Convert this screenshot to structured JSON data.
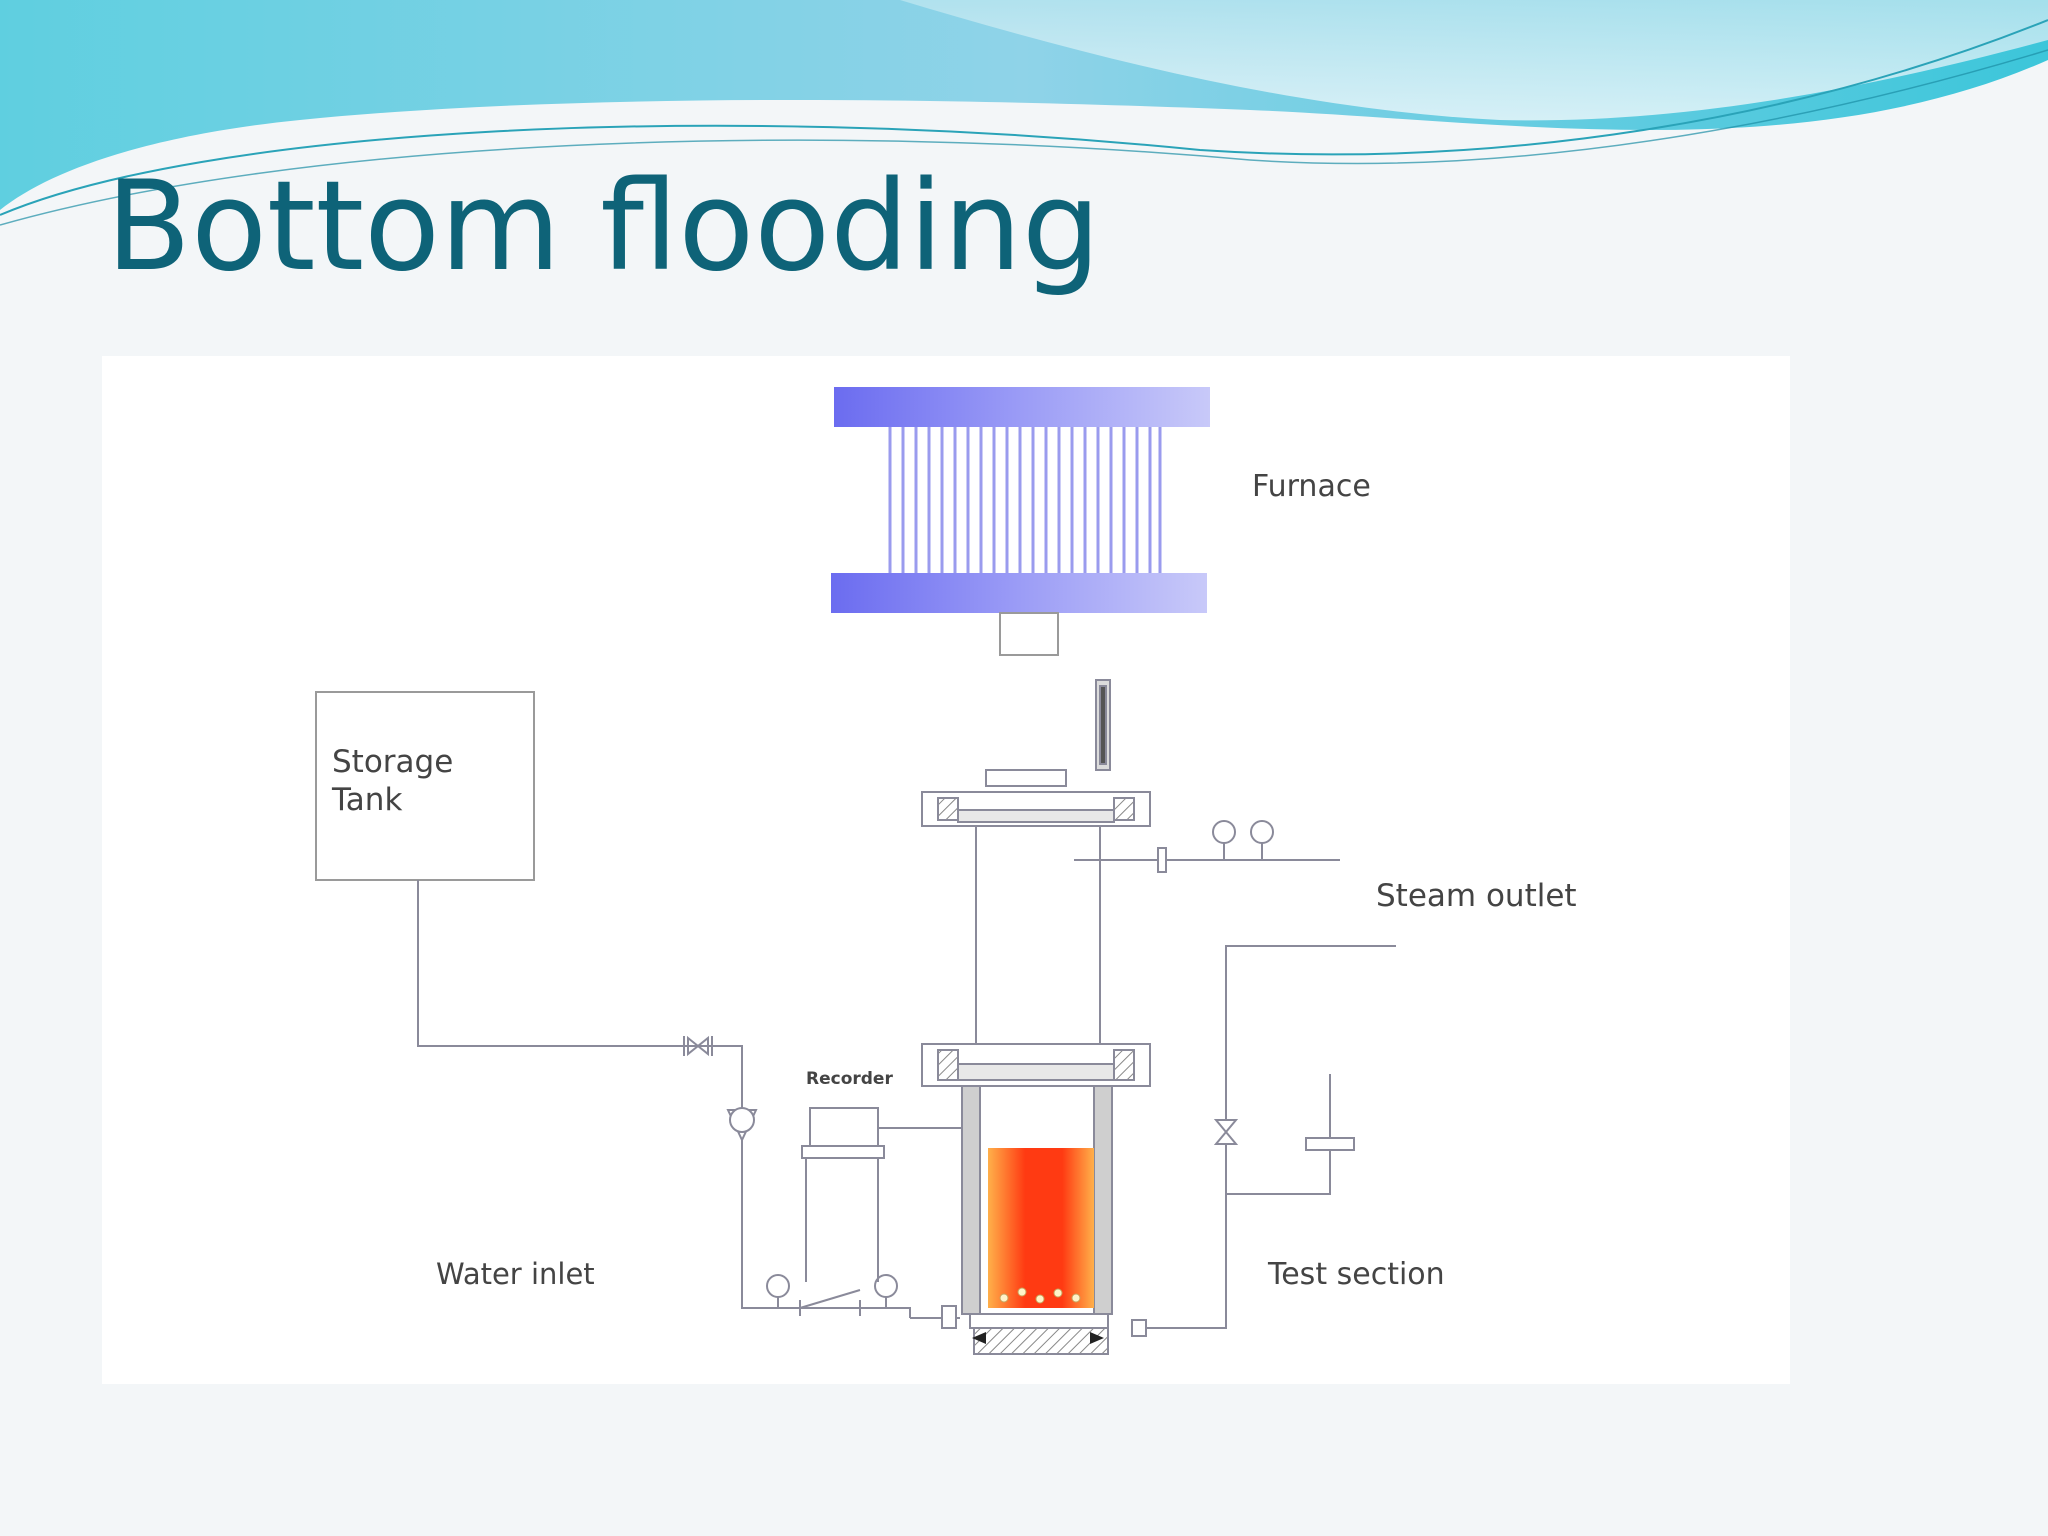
{
  "slide": {
    "title": "Bottom flooding"
  },
  "diagram": {
    "labels": {
      "furnace": "Furnace",
      "storage_tank_line1": "Storage",
      "storage_tank_line2": "Tank",
      "steam_outlet": "Steam outlet",
      "recorder": "Recorder",
      "water_inlet": "Water inlet",
      "test_section": "Test section"
    }
  },
  "colors": {
    "title": "#0e6378",
    "furnace": "#7b7cf0",
    "heated_bed": "#ff3b10",
    "line": "#8a8a9a"
  }
}
